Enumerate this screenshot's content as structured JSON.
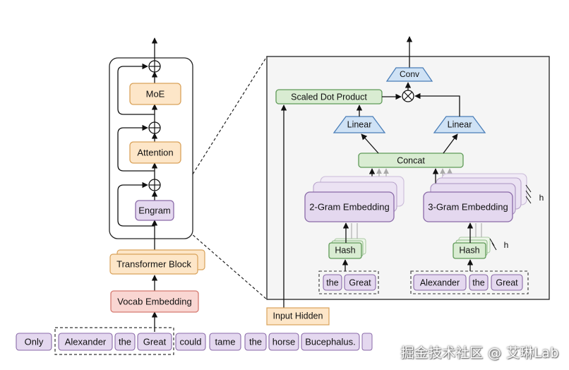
{
  "colors": {
    "purple_fill": "#e4d8ef",
    "purple_stroke": "#8a6aa8",
    "orange_fill": "#fde6c8",
    "orange_stroke": "#d9a25a",
    "red_fill": "#f9d6d2",
    "red_stroke": "#d57a70",
    "green_fill": "#d9ecd2",
    "green_stroke": "#5f9a58",
    "blue_fill": "#cfe2f5",
    "blue_stroke": "#4a7eb8",
    "panel_fill": "#f5f5f5"
  },
  "left": {
    "moe": "MoE",
    "attention": "Attention",
    "engram": "Engram",
    "transformer_block": "Transformer Block",
    "vocab_embedding": "Vocab Embedding"
  },
  "tokens": [
    "Only",
    "Alexander",
    "the",
    "Great",
    "could",
    "tame",
    "the",
    "horse",
    "Bucephalus."
  ],
  "engram": {
    "conv": "Conv",
    "scaled_dot_product": "Scaled Dot Product",
    "linear_left": "Linear",
    "linear_right": "Linear",
    "concat": "Concat",
    "embedding_2gram": "2-Gram Embedding",
    "embedding_3gram": "3-Gram Embedding",
    "hash_left": "Hash",
    "hash_right": "Hash",
    "h_label_embed": "h",
    "h_label_hash": "h",
    "input_2gram": [
      "the",
      "Great"
    ],
    "input_3gram": [
      "Alexander",
      "the",
      "Great"
    ],
    "input_hidden": "Input Hidden"
  },
  "watermark": "掘金技术社区 @ 艾琳Lab"
}
